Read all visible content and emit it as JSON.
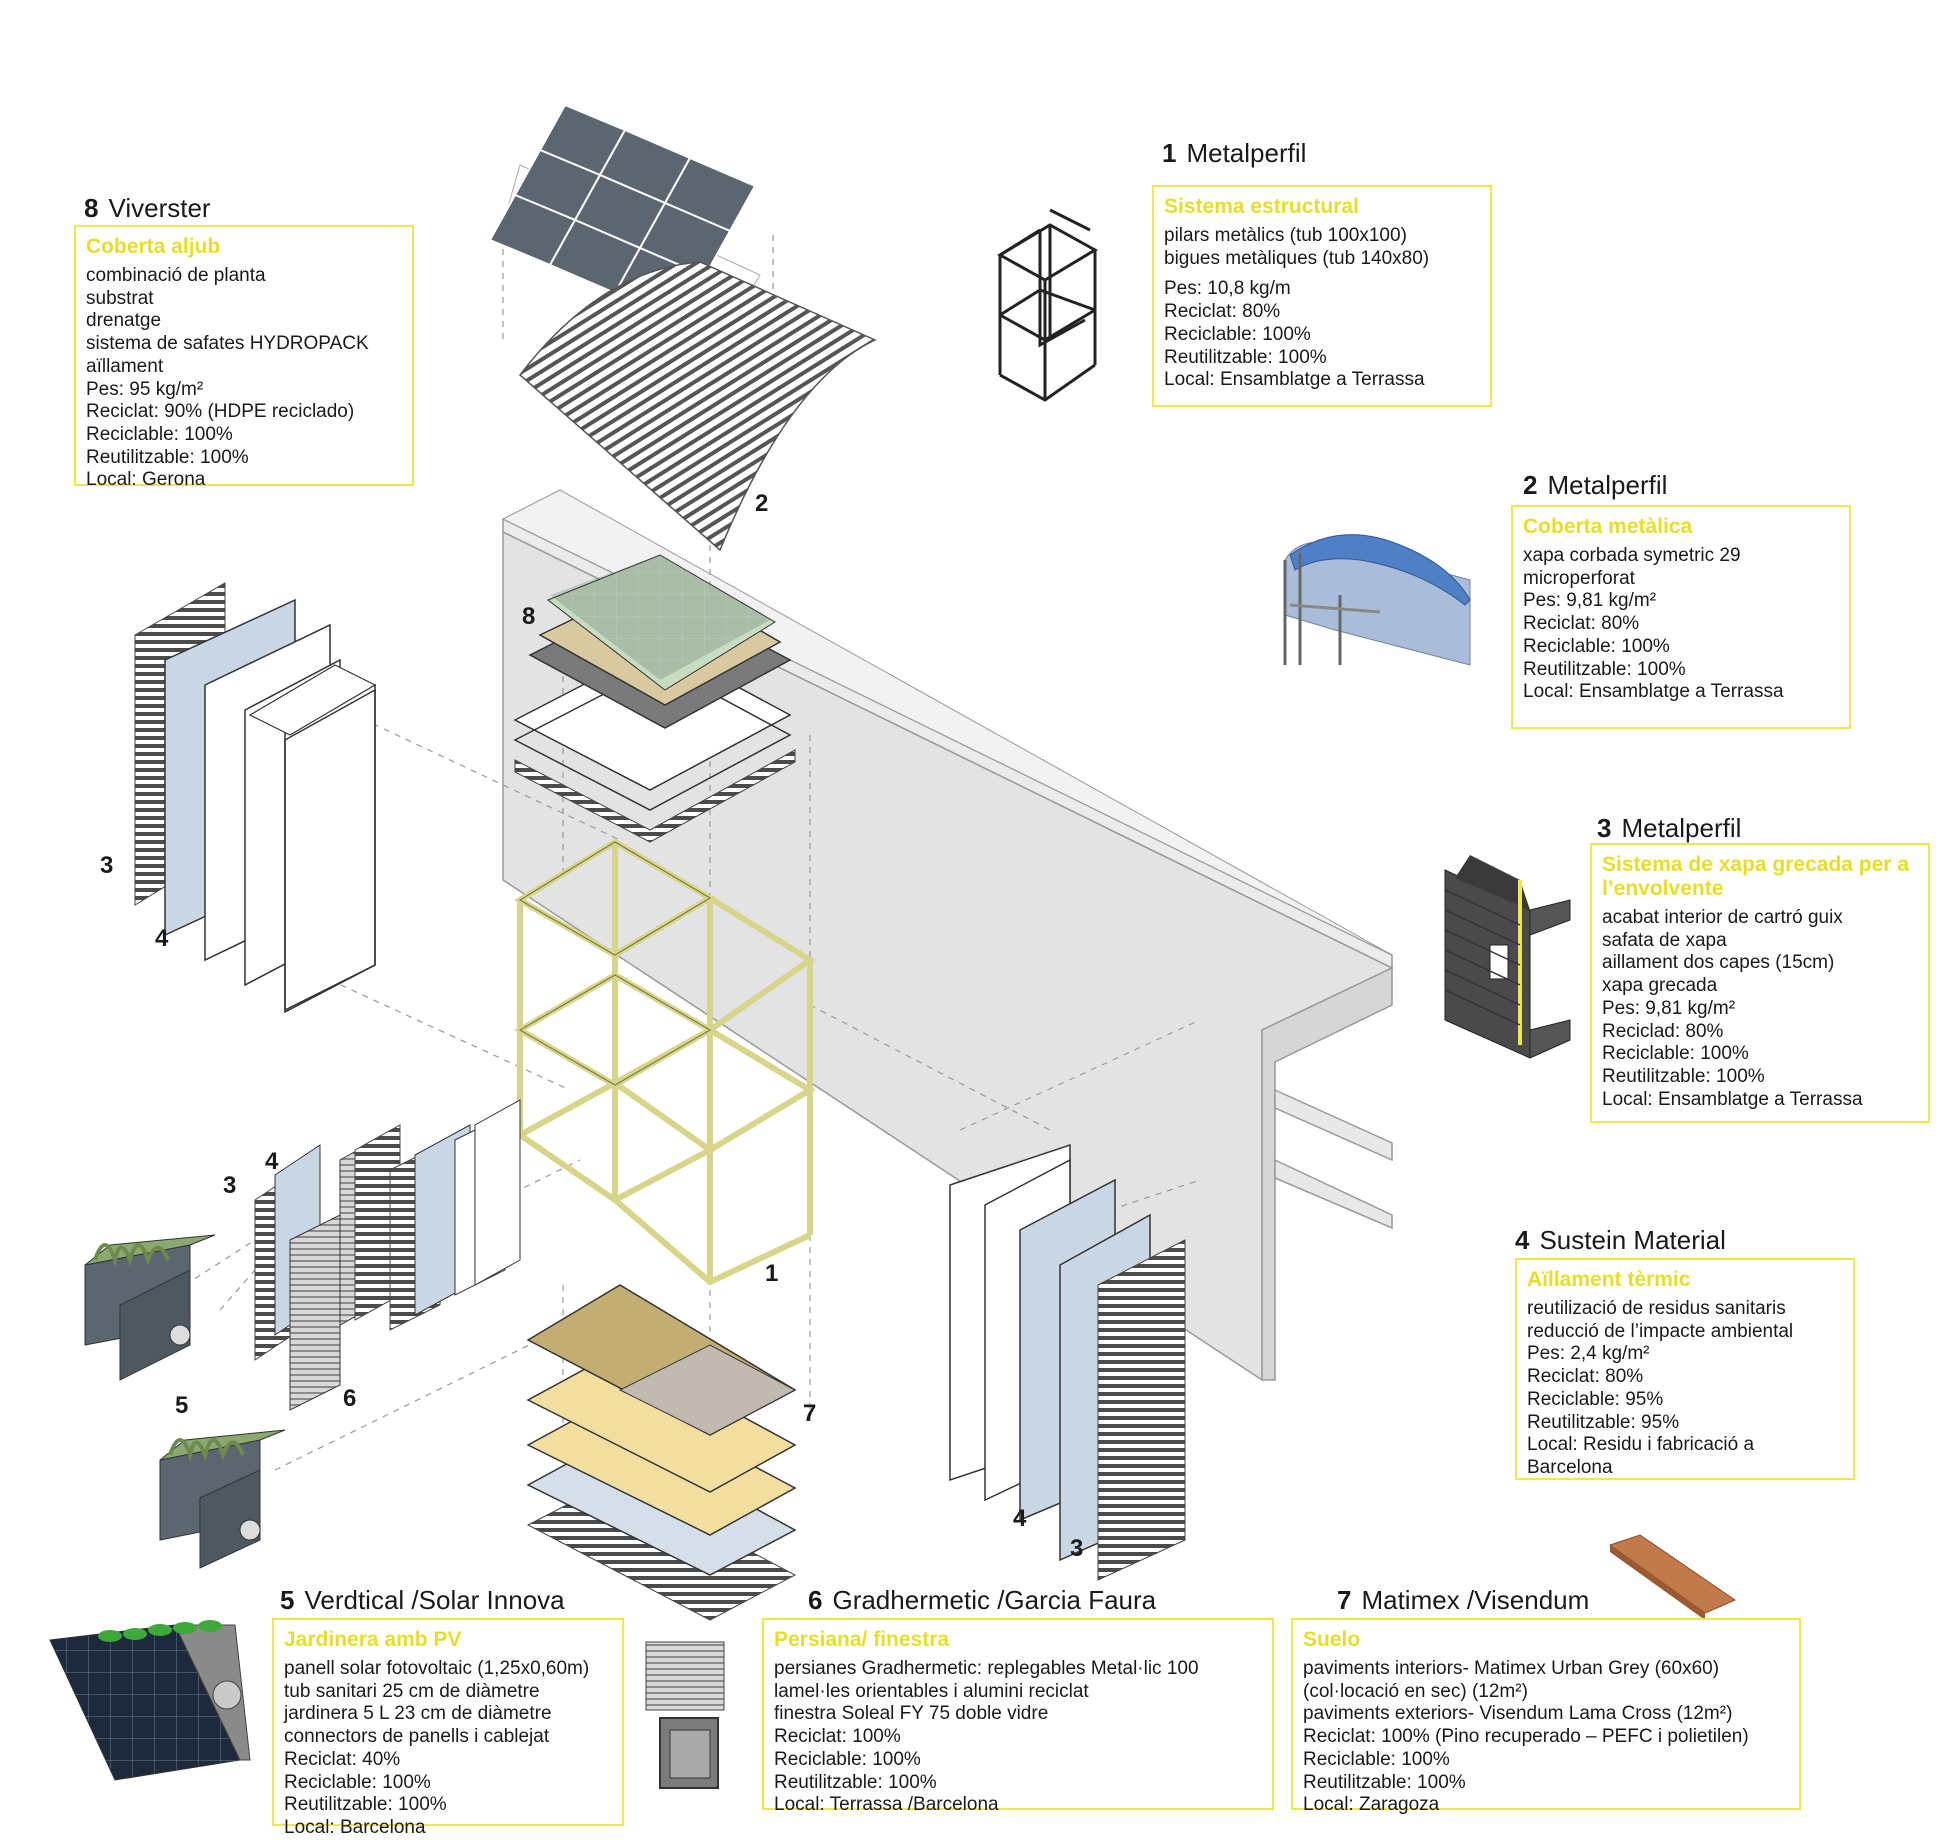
{
  "cards": {
    "c1": {
      "num": "1",
      "brand": "Metalperfil",
      "subtitle": "Sistema estructural",
      "desc": [
        "pilars metàlics (tub 100x100)",
        "bigues metàliques (tub 140x80)"
      ],
      "stats": [
        "Pes: 10,8 kg/m",
        "Reciclat: 80%",
        "Reciclable: 100%",
        "Reutilitzable: 100%",
        "Local: Ensamblatge a Terrassa"
      ]
    },
    "c2": {
      "num": "2",
      "brand": "Metalperfil",
      "subtitle": "Coberta metàlica",
      "desc": [
        "xapa corbada symetric 29",
        "microperforat"
      ],
      "stats": [
        "Pes: 9,81 kg/m²",
        "Reciclat: 80%",
        "Reciclable: 100%",
        "Reutilitzable: 100%",
        "Local: Ensamblatge a Terrassa"
      ]
    },
    "c3": {
      "num": "3",
      "brand": "Metalperfil",
      "subtitle": "Sistema de xapa grecada per a l’envolvente",
      "desc": [
        "acabat interior de cartró guix",
        "safata de xapa",
        "aillament dos capes (15cm)",
        "xapa grecada"
      ],
      "stats": [
        "Pes: 9,81 kg/m²",
        "Reciclad: 80%",
        "Reciclable: 100%",
        "Reutilitzable: 100%",
        "Local: Ensamblatge a Terrassa"
      ]
    },
    "c4": {
      "num": "4",
      "brand": "Sustein Material",
      "subtitle": "Aïllament tèrmic",
      "desc": [
        "reutilizació de residus sanitaris",
        "reducció de l’impacte ambiental"
      ],
      "stats": [
        "Pes: 2,4 kg/m²",
        "Reciclat: 80%",
        "Reciclable: 95%",
        "Reutilitzable: 95%",
        "Local: Residu i fabricació a",
        "Barcelona"
      ]
    },
    "c5": {
      "num": "5",
      "brand": "Verdtical /Solar Innova",
      "subtitle": "Jardinera amb PV",
      "desc": [
        "panell solar fotovoltaic (1,25x0,60m)",
        "tub sanitari 25 cm de diàmetre",
        "jardinera 5 L 23 cm de diàmetre",
        "connectors de panells i cablejat"
      ],
      "stats": [
        "Reciclat: 40%",
        "Reciclable: 100%",
        "Reutilitzable: 100%",
        "Local: Barcelona"
      ]
    },
    "c6": {
      "num": "6",
      "brand": "Gradhermetic /Garcia Faura",
      "subtitle": "Persiana/ finestra",
      "desc": [
        "persianes Gradhermetic: replegables Metal·lic 100",
        "lamel·les orientables i alumini reciclat",
        "finestra Soleal FY 75 doble vidre"
      ],
      "stats": [
        "Reciclat: 100%",
        "Reciclable: 100%",
        "Reutilitzable: 100%",
        "Local: Terrassa /Barcelona"
      ]
    },
    "c7": {
      "num": "7",
      "brand": "Matimex /Visendum",
      "subtitle": "Suelo",
      "desc": [
        "paviments interiors- Matimex Urban Grey (60x60)",
        "(col·locació en sec) (12m²)",
        "paviments exteriors- Visendum Lama Cross (12m²)"
      ],
      "stats": [
        "Reciclat: 100% (Pino  recuperado – PEFC i polietilen)",
        "Reciclable: 100%",
        "Reutilitzable: 100%",
        "Local: Zaragoza"
      ]
    },
    "c8": {
      "num": "8",
      "brand": "Viverster",
      "subtitle": "Coberta aljub",
      "desc": [
        "combinació de planta",
        "substrat",
        "drenatge",
        "sistema de safates HYDROPACK",
        "aïllament"
      ],
      "stats": [
        "Pes: 95 kg/m²",
        "Reciclat: 90% (HDPE reciclado)",
        "Reciclable: 100%",
        "Reutilitzable: 100%",
        "Local: Gerona"
      ]
    }
  },
  "diagram_labels": {
    "l1": "1",
    "l2": "2",
    "l3a": "3",
    "l3b": "3",
    "l3c": "3",
    "l4a": "4",
    "l4b": "4",
    "l4c": "4",
    "l5": "5",
    "l6": "6",
    "l7": "7",
    "l8": "8"
  },
  "colors": {
    "accent_yellow": "#ede94a",
    "frame_yellow": "#e4e29a",
    "solar_panel": "#5b6670",
    "insulation_blue": "#c9d6e3",
    "wall_grey": "#e3e3e3",
    "floor_tan": "#c2ae73",
    "floor_grey": "#c2b9b0",
    "floor_yellow": "#f2dfa0"
  }
}
